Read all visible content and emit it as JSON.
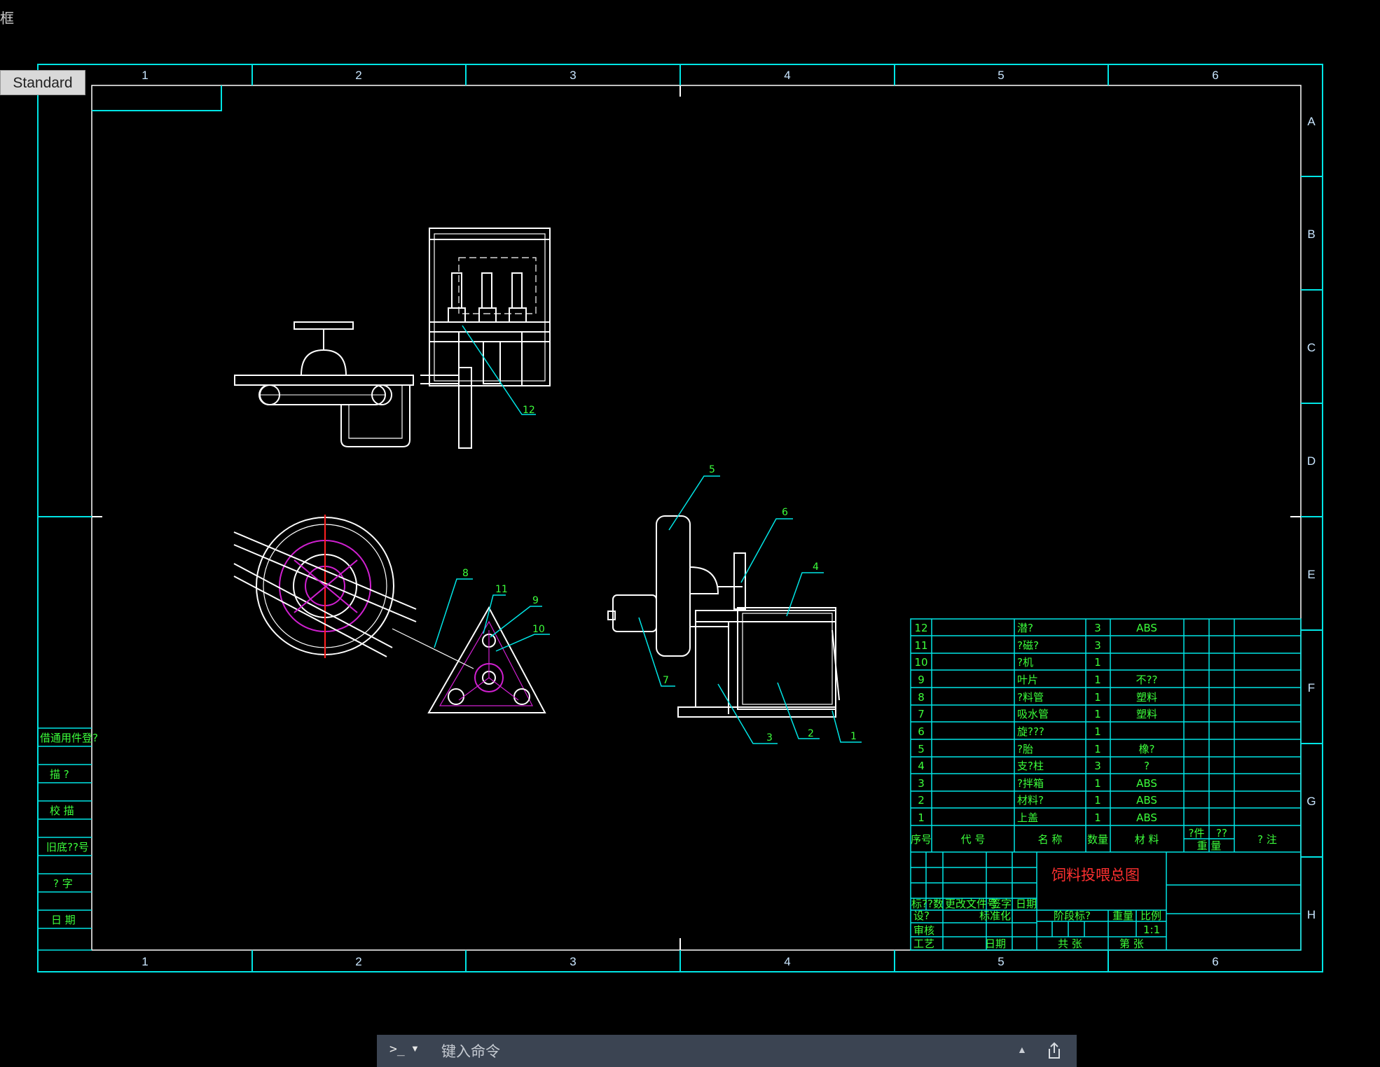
{
  "app": {
    "frame_label": "框",
    "text_style": "Standard"
  },
  "border": {
    "columns": [
      "1",
      "2",
      "3",
      "4",
      "5",
      "6"
    ],
    "rows": [
      "A",
      "B",
      "C",
      "D",
      "E",
      "F",
      "G",
      "H"
    ]
  },
  "left_block": {
    "labels": [
      "借通用件登?",
      "描  ?",
      "校  描",
      "旧底??号",
      "?  字",
      "日  期"
    ]
  },
  "leaders": {
    "top_view": [
      "12"
    ],
    "left_view": [
      "8",
      "11",
      "9",
      "10"
    ],
    "section_view": [
      "5",
      "6",
      "4",
      "7",
      "3",
      "2",
      "1"
    ]
  },
  "bom": {
    "rows": [
      {
        "no": "12",
        "name": "潜?",
        "qty": "3",
        "material": "ABS"
      },
      {
        "no": "11",
        "name": "?磁?",
        "qty": "3",
        "material": ""
      },
      {
        "no": "10",
        "name": "?机",
        "qty": "1",
        "material": ""
      },
      {
        "no": "9",
        "name": "叶片",
        "qty": "1",
        "material": "不??"
      },
      {
        "no": "8",
        "name": "?料管",
        "qty": "1",
        "material": "塑料"
      },
      {
        "no": "7",
        "name": "吸水管",
        "qty": "1",
        "material": "塑料"
      },
      {
        "no": "6",
        "name": "旋???",
        "qty": "1",
        "material": ""
      },
      {
        "no": "5",
        "name": "?胎",
        "qty": "1",
        "material": "橡?"
      },
      {
        "no": "4",
        "name": "支?柱",
        "qty": "3",
        "material": "?"
      },
      {
        "no": "3",
        "name": "?拌箱",
        "qty": "1",
        "material": "ABS"
      },
      {
        "no": "2",
        "name": "材料?",
        "qty": "1",
        "material": "ABS"
      },
      {
        "no": "1",
        "name": "上盖",
        "qty": "1",
        "material": "ABS"
      }
    ],
    "header": {
      "no": "序号",
      "code": "代    号",
      "name": "名    称",
      "qty": "数量",
      "material": "材    料",
      "single": "?件",
      "total": "??",
      "weight": "重    量",
      "remark": "?    注"
    }
  },
  "title_block": {
    "title": "饲料投喂总图",
    "mark": "标?",
    "zone": "?数",
    "change_doc": "更改文件号",
    "signature": "签字",
    "date_col": "日期",
    "design": "设?",
    "standardize": "标准化",
    "stage_mark": "阶段标?",
    "weight": "重量",
    "ratio": "比例",
    "ratio_value": "1:1",
    "review": "审核",
    "craft": "工艺",
    "date": "日期",
    "sheets_total": "共    张",
    "sheet_no": "第    张"
  },
  "command_bar": {
    "prompt": ">_",
    "placeholder": "键入命令"
  },
  "colors": {
    "frame": "#00e5e5",
    "text": "#3cff3c",
    "geometry": "#ffffff",
    "hatch": "#d020d0",
    "title": "#ff3030",
    "center": "#ff2020",
    "cmd_bg": "#3b4452"
  }
}
